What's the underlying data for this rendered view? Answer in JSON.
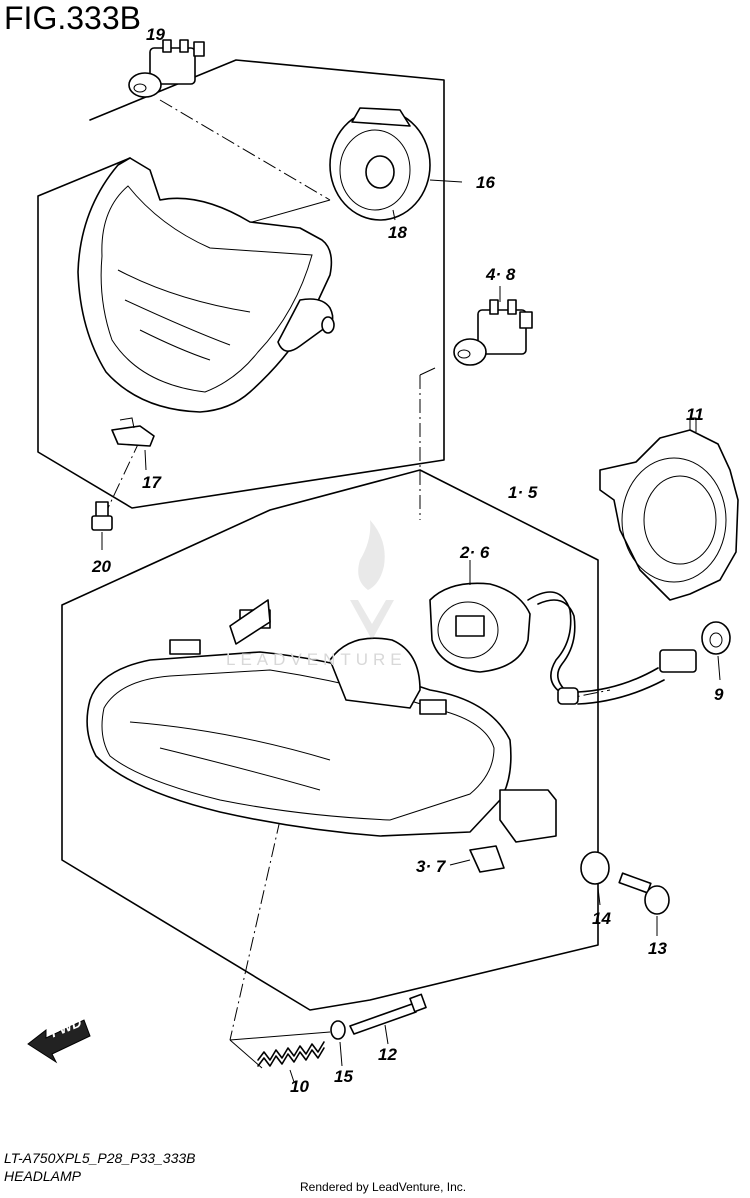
{
  "figure": {
    "title": "FIG.333B",
    "model_code": "LT-A750XPL5_P28_P33_333B",
    "section_name": "HEADLAMP",
    "render_credit": "Rendered by LeadVenture, Inc.",
    "watermark": "LEADVENTURE",
    "fwd_label": "FWD"
  },
  "callouts": {
    "c19": "19",
    "c16": "16",
    "c18": "18",
    "c48": "4· 8",
    "c11": "11",
    "c17": "17",
    "c15a": "1· 5",
    "c20": "20",
    "c26": "2· 6",
    "c9": "9",
    "c37": "3· 7",
    "c14": "14",
    "c13": "13",
    "c12": "12",
    "c10": "10",
    "c15": "15"
  }
}
